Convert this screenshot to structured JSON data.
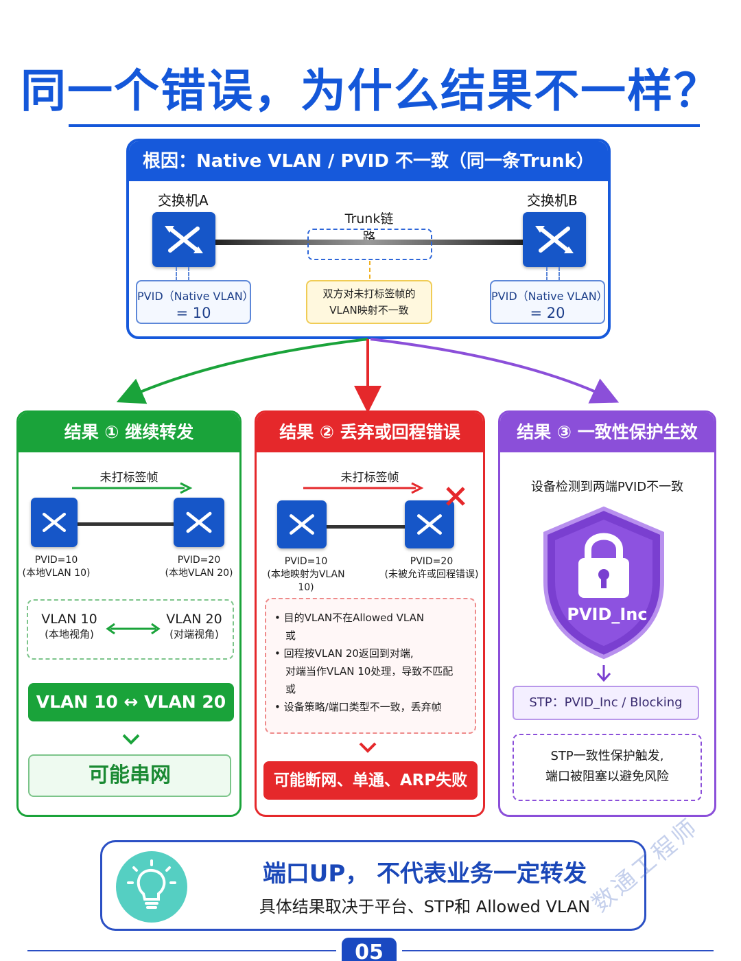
{
  "title": "同一个错误，为什么结果不一样？",
  "root": {
    "header": "根因：Native VLAN / PVID 不一致（同一条Trunk）",
    "switch_a_label": "交换机A",
    "switch_b_label": "交换机B",
    "link_label": "Trunk链路",
    "pvid_a_line1": "PVID（Native VLAN）",
    "pvid_a_line2": "= 10",
    "pvid_b_line1": "PVID（Native VLAN）",
    "pvid_b_line2": "= 20",
    "note_line1": "双方对未打标签帧的",
    "note_line2": "VLAN映射不一致"
  },
  "result1": {
    "color": "#1aa33a",
    "header": "结果 ① 继续转发",
    "frame_label": "未打标签帧",
    "left_line1": "PVID=10",
    "left_line2": "(本地VLAN 10)",
    "right_line1": "PVID=20",
    "right_line2": "(本地VLAN 20)",
    "view_left_1": "VLAN 10",
    "view_left_2": "(本地视角)",
    "view_right_1": "VLAN 20",
    "view_right_2": "(对端视角)",
    "bar": "VLAN 10 ↔ VLAN 20",
    "outcome": "可能串网"
  },
  "result2": {
    "color": "#e5282b",
    "header": "结果 ② 丢弃或回程错误",
    "frame_label": "未打标签帧",
    "left_line1": "PVID=10",
    "left_line2": "(本地映射为VLAN 10)",
    "right_line1": "PVID=20",
    "right_line2": "(未被允许或回程错误)",
    "bullets": [
      "目的VLAN不在Allowed VLAN",
      "或",
      "回程按VLAN 20返回到对端,",
      "对端当作VLAN 10处理，导致不匹配",
      "或",
      "设备策略/端口类型不一致，丢弃帧"
    ],
    "outcome": "可能断网、单通、ARP失败"
  },
  "result3": {
    "color": "#8b4fd9",
    "header": "结果 ③ 一致性保护生效",
    "detect": "设备检测到两端PVID不一致",
    "shield_label": "PVID_Inc",
    "stp_state": "STP：PVID_Inc / Blocking",
    "desc_line1": "STP一致性保护触发,",
    "desc_line2": "端口被阻塞以避免风险"
  },
  "banner": {
    "line1": "端口UP， 不代表业务一定转发",
    "line2": "具体结果取决于平台、STP和 Allowed VLAN"
  },
  "page_number": "05",
  "watermark": "数通工程师",
  "icons": {
    "switch": "switch-icon",
    "lock": "lock-icon",
    "bulb": "lightbulb-icon",
    "x": "x-mark-icon"
  }
}
